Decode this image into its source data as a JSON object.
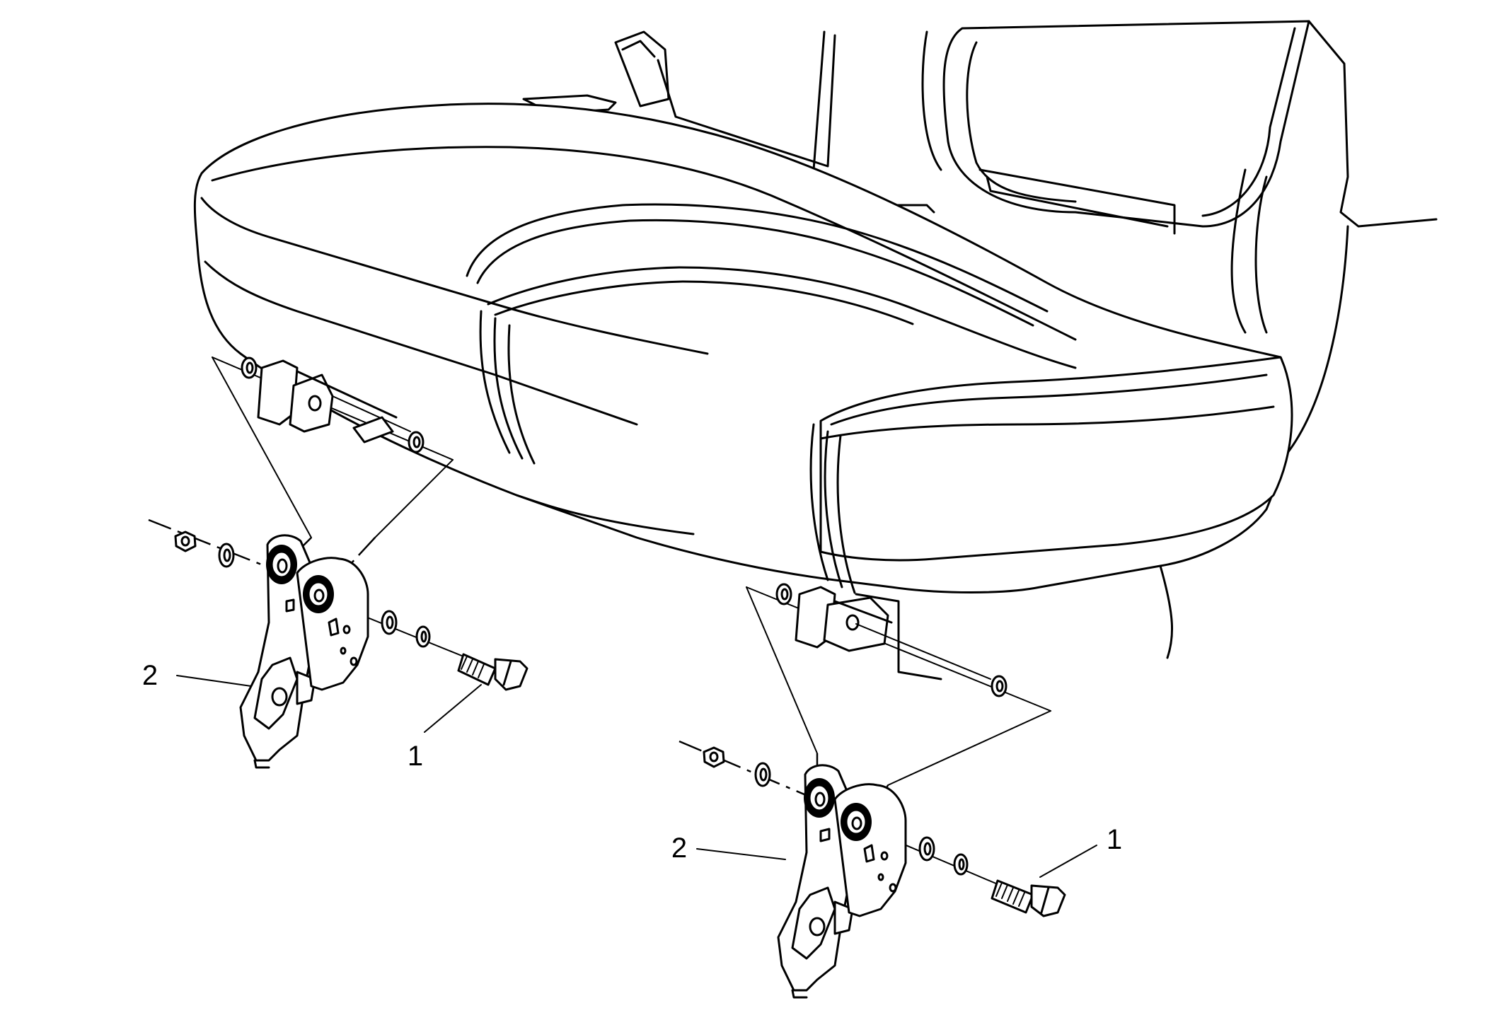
{
  "callouts": {
    "left_bolt": "1",
    "left_hinge": "2",
    "right_bolt": "1",
    "right_hinge": "2"
  },
  "icons": [
    "seat-cushion-illustration",
    "hinge-bracket-illustration",
    "bolt-illustration",
    "washer-illustration",
    "nut-illustration"
  ],
  "colors": {
    "line": "#000000",
    "background": "#ffffff"
  }
}
